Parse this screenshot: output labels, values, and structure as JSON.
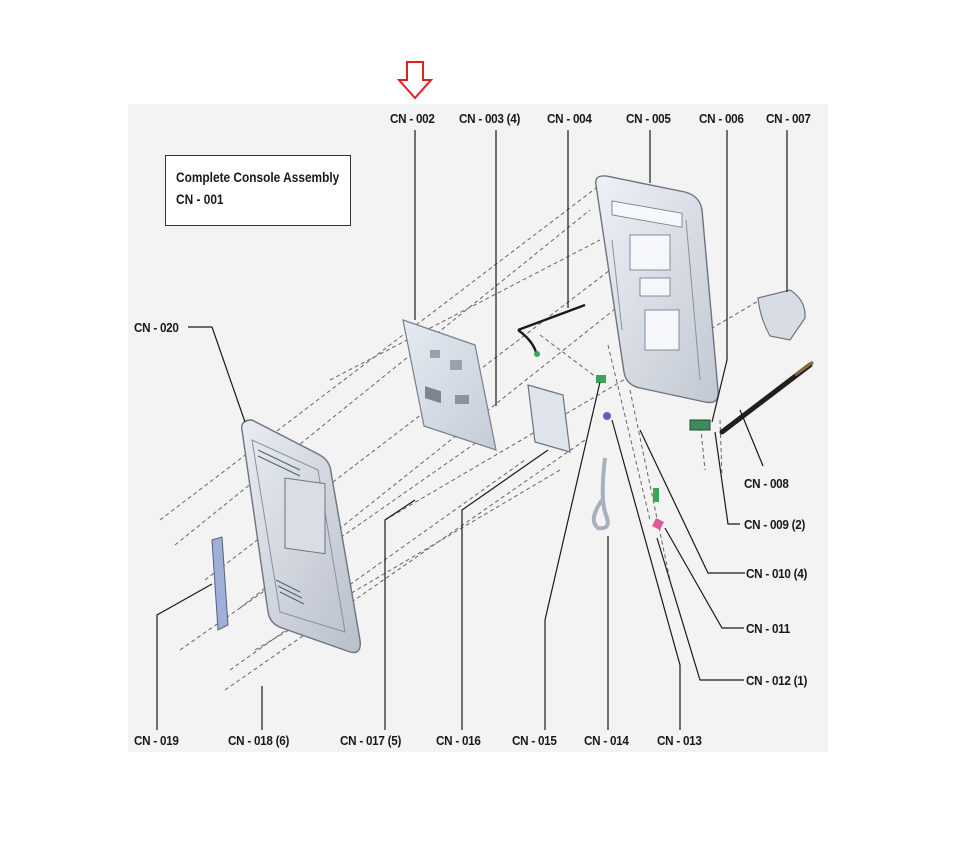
{
  "assembly": {
    "title": "Complete Console Assembly",
    "code": "CN - 001"
  },
  "highlight": {
    "icon": "outline-down-arrow-icon",
    "color": "#e0201c",
    "target": "CN - 002"
  },
  "callouts": [
    {
      "id": "cn-002",
      "label": "CN - 002"
    },
    {
      "id": "cn-003",
      "label": "CN - 003 (4)"
    },
    {
      "id": "cn-004",
      "label": "CN - 004"
    },
    {
      "id": "cn-005",
      "label": "CN - 005"
    },
    {
      "id": "cn-006",
      "label": "CN - 006"
    },
    {
      "id": "cn-007",
      "label": "CN - 007"
    },
    {
      "id": "cn-008",
      "label": "CN - 008"
    },
    {
      "id": "cn-009",
      "label": "CN - 009 (2)"
    },
    {
      "id": "cn-010",
      "label": "CN - 010 (4)"
    },
    {
      "id": "cn-011",
      "label": "CN - 011"
    },
    {
      "id": "cn-012",
      "label": "CN - 012 (1)"
    },
    {
      "id": "cn-013",
      "label": "CN - 013"
    },
    {
      "id": "cn-014",
      "label": "CN - 014"
    },
    {
      "id": "cn-015",
      "label": "CN - 015"
    },
    {
      "id": "cn-016",
      "label": "CN - 016"
    },
    {
      "id": "cn-017",
      "label": "CN - 017 (5)"
    },
    {
      "id": "cn-018",
      "label": "CN - 018 (6)"
    },
    {
      "id": "cn-019",
      "label": "CN - 019"
    },
    {
      "id": "cn-020",
      "label": "CN - 020"
    }
  ]
}
